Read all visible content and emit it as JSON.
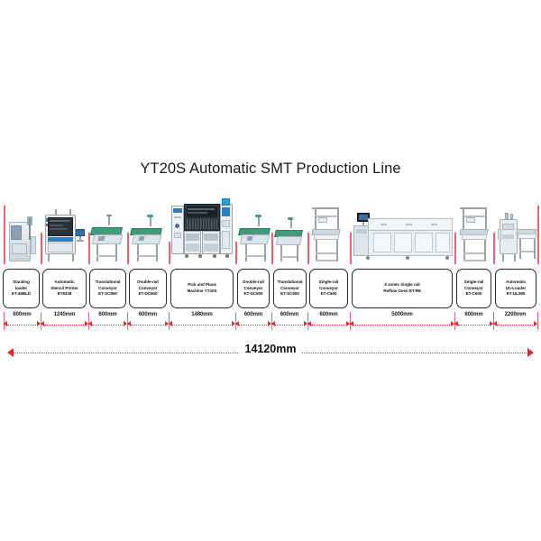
{
  "page": {
    "title": "YT20S Automatic SMT Production Line",
    "background_color": "#ffffff",
    "accent_color": "#e8242f",
    "divider_color": "#f4606c"
  },
  "total_dimension": {
    "label": "14120mm",
    "value_mm": 14120
  },
  "stations": [
    {
      "name_line1": "Stacking",
      "name_line2": "loader",
      "model": "ET-46BLD",
      "dimension": "600mm",
      "dimension_mm": 600,
      "machine_type": "stacking-loader",
      "color": "#dfe6ec"
    },
    {
      "name_line1": "Automatic",
      "name_line2": "Stencil Printer",
      "model": "ET8238",
      "dimension": "1240mm",
      "dimension_mm": 1240,
      "machine_type": "stencil-printer",
      "color": "#e8edf2"
    },
    {
      "name_line1": "Translational",
      "name_line2": "Conveyor",
      "model": "ET-SC800",
      "dimension": "600mm",
      "dimension_mm": 600,
      "machine_type": "translational-conveyor",
      "color": "#4aa882"
    },
    {
      "name_line1": "Double-rail",
      "name_line2": "Conveyor",
      "model": "ET-DC800",
      "dimension": "600mm",
      "dimension_mm": 600,
      "machine_type": "double-rail-conveyor",
      "color": "#4aa882"
    },
    {
      "name_line1": "Pick and Place",
      "name_line2": "Machine YT20S",
      "model": "",
      "dimension": "1480mm",
      "dimension_mm": 1480,
      "machine_type": "pick-and-place",
      "color": "#3a4452"
    },
    {
      "name_line1": "Double-rail",
      "name_line2": "Conveyor",
      "model": "ET-DC600",
      "dimension": "600mm",
      "dimension_mm": 600,
      "machine_type": "double-rail-conveyor",
      "color": "#4aa882"
    },
    {
      "name_line1": "Translational",
      "name_line2": "Conveyor",
      "model": "ET-SC600",
      "dimension": "600mm",
      "dimension_mm": 600,
      "machine_type": "translational-conveyor",
      "color": "#4aa882"
    },
    {
      "name_line1": "Single-rail",
      "name_line2": "Conveyor",
      "model": "ET-C600",
      "dimension": "600mm",
      "dimension_mm": 600,
      "machine_type": "single-rail-conveyor",
      "color": "#c9d2d8"
    },
    {
      "name_line1": "8 zones Single rail",
      "name_line2": "Reflow Oven ET-R8",
      "model": "",
      "dimension": "5000mm",
      "dimension_mm": 5000,
      "machine_type": "reflow-oven",
      "color": "#eef1f4"
    },
    {
      "name_line1": "Single-rail",
      "name_line2": "Conveyor",
      "model": "ET-C600",
      "dimension": "600mm",
      "dimension_mm": 600,
      "machine_type": "single-rail-conveyor",
      "color": "#c9d2d8"
    },
    {
      "name_line1": "Automatic",
      "name_line2": "Un-Loader",
      "model": "ET-UL390",
      "dimension": "2200mm",
      "dimension_mm": 2200,
      "machine_type": "automatic-unloader",
      "color": "#dfe6ec"
    }
  ]
}
